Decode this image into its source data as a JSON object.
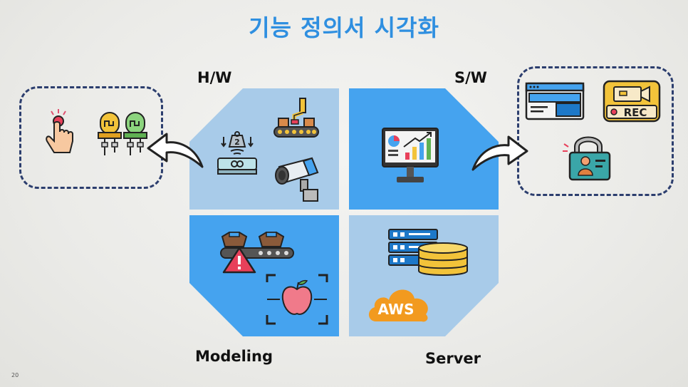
{
  "slide": {
    "title": "기능 정의서 시각화",
    "page_number": "20"
  },
  "quadrants": {
    "hw": {
      "label": "H/W",
      "color": "#a8cbe9"
    },
    "sw": {
      "label": "S/W",
      "color": "#45a3ef"
    },
    "modeling": {
      "label": "Modeling",
      "color": "#45a3ef"
    },
    "server": {
      "label": "Server",
      "color": "#a8cbe9"
    }
  },
  "icons": {
    "server_cloud_text": "AWS",
    "rec_text": "REC",
    "scale_digit": "2"
  }
}
